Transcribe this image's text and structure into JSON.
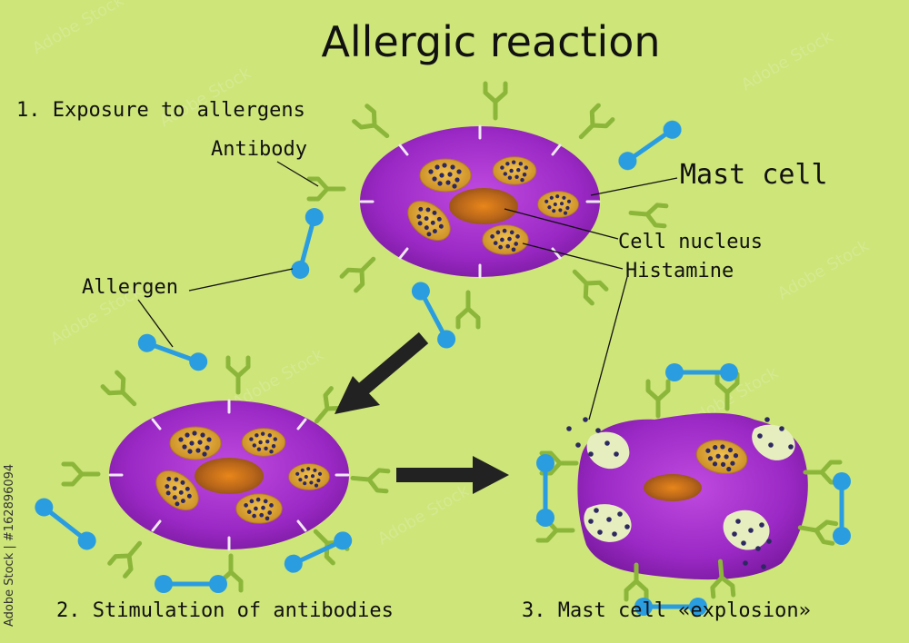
{
  "title": "Allergic reaction",
  "steps": {
    "step1": "1. Exposure to allergens",
    "step2": "2. Stimulation of antibodies",
    "step3": "3. Mast cell «explosion»"
  },
  "labels": {
    "antibody": "Antibody",
    "mast_cell": "Mast cell",
    "cell_nucleus": "Cell nucleus",
    "histamine": "Histamine",
    "allergen": "Allergen"
  },
  "watermark": "Adobe Stock | #162896094",
  "colors": {
    "background": "#cde579",
    "cell": "#8a1fb0",
    "cell_highlight": "#c04ae0",
    "granule": "#e0a93a",
    "granule_dot": "#2c2860",
    "nucleus": "#c07a1c",
    "antibody": "#8cb63a",
    "allergen": "#2a9de0",
    "arrow": "#222222",
    "text": "#111111"
  }
}
